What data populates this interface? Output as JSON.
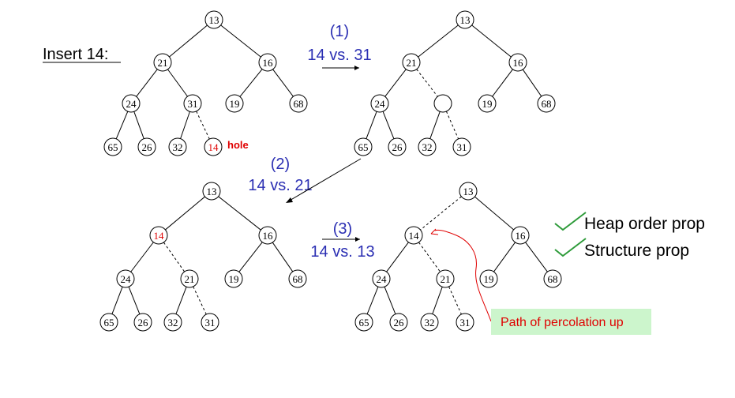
{
  "title": "Insert 14:",
  "steps": [
    {
      "num": "(1)",
      "text": "14 vs. 31"
    },
    {
      "num": "(2)",
      "text": "14 vs. 21"
    },
    {
      "num": "(3)",
      "text": "14 vs. 13"
    }
  ],
  "hole_label": "hole",
  "legend": [
    "Heap order prop",
    "Structure prop"
  ],
  "callout": "Path of percolation up",
  "colors": {
    "step": "#2b2fb3",
    "highlight": "#e00000",
    "check": "#2e9b3a",
    "callout_bg": "#ccf5cc"
  },
  "trees": [
    {
      "id": "tree-a",
      "nodes": [
        {
          "id": "n13",
          "label": "13"
        },
        {
          "id": "n21",
          "label": "21"
        },
        {
          "id": "n16",
          "label": "16"
        },
        {
          "id": "n24",
          "label": "24"
        },
        {
          "id": "n31",
          "label": "31"
        },
        {
          "id": "n19",
          "label": "19"
        },
        {
          "id": "n68",
          "label": "68"
        },
        {
          "id": "n65",
          "label": "65"
        },
        {
          "id": "n26",
          "label": "26"
        },
        {
          "id": "n32",
          "label": "32"
        },
        {
          "id": "n14",
          "label": "14",
          "red": true
        }
      ]
    },
    {
      "id": "tree-b",
      "nodes": [
        {
          "id": "n13",
          "label": "13"
        },
        {
          "id": "n21",
          "label": "21"
        },
        {
          "id": "n16",
          "label": "16"
        },
        {
          "id": "n24",
          "label": "24"
        },
        {
          "id": "nhole",
          "label": ""
        },
        {
          "id": "n19",
          "label": "19"
        },
        {
          "id": "n68",
          "label": "68"
        },
        {
          "id": "n65",
          "label": "65"
        },
        {
          "id": "n26",
          "label": "26"
        },
        {
          "id": "n32",
          "label": "32"
        },
        {
          "id": "n31",
          "label": "31"
        }
      ]
    },
    {
      "id": "tree-c",
      "nodes": [
        {
          "id": "n13",
          "label": "13"
        },
        {
          "id": "n14",
          "label": "14",
          "red": true
        },
        {
          "id": "n16",
          "label": "16"
        },
        {
          "id": "n24",
          "label": "24"
        },
        {
          "id": "n21",
          "label": "21"
        },
        {
          "id": "n19",
          "label": "19"
        },
        {
          "id": "n68",
          "label": "68"
        },
        {
          "id": "n65",
          "label": "65"
        },
        {
          "id": "n26",
          "label": "26"
        },
        {
          "id": "n32",
          "label": "32"
        },
        {
          "id": "n31",
          "label": "31"
        }
      ]
    },
    {
      "id": "tree-d",
      "nodes": [
        {
          "id": "n13",
          "label": "13"
        },
        {
          "id": "n14",
          "label": "14"
        },
        {
          "id": "n16",
          "label": "16"
        },
        {
          "id": "n24",
          "label": "24"
        },
        {
          "id": "n21",
          "label": "21"
        },
        {
          "id": "n19",
          "label": "19"
        },
        {
          "id": "n68",
          "label": "68"
        },
        {
          "id": "n65",
          "label": "65"
        },
        {
          "id": "n26",
          "label": "26"
        },
        {
          "id": "n32",
          "label": "32"
        },
        {
          "id": "n31",
          "label": "31"
        }
      ]
    }
  ]
}
